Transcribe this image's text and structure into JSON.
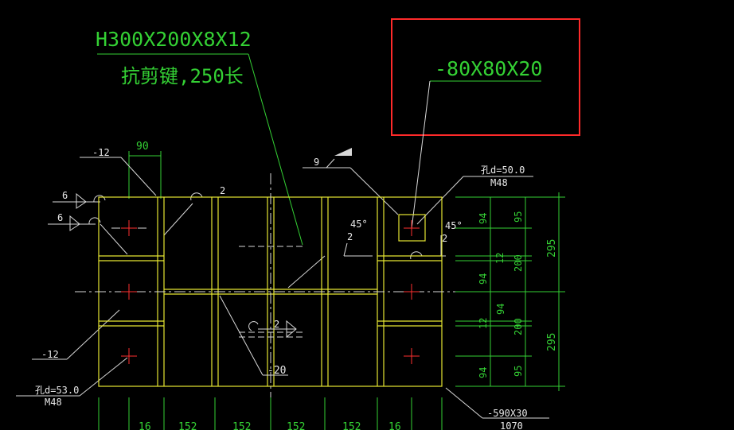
{
  "callouts": {
    "section": "H300X200X8X12",
    "shear_key": "抗剪键,250长",
    "plate": "-80X80X20",
    "hole_top": "孔d=50.0",
    "bolt_top": "M48",
    "hole_bottom": "孔d=53.0",
    "bolt_bottom": "M48",
    "left_top_thk": "-12",
    "left_bottom_thk": "-12",
    "center_thk": "-20",
    "base_plate": "-590X30",
    "overall": "1070"
  },
  "dims_top": {
    "width_90": "90"
  },
  "welds": {
    "w6a": "6",
    "w6b": "6",
    "w9": "9",
    "w2_top": "2",
    "w2_mid": "2",
    "w2_right": "2",
    "w2_center": "2",
    "angle_mid": "45°",
    "angle_right": "45°"
  },
  "dims_right": {
    "a": "94",
    "b": "95",
    "c": "12",
    "d": "200",
    "e": "94",
    "f": "94",
    "g": "12",
    "h": "200",
    "i": "94",
    "j": "95",
    "total_top": "295",
    "total_bottom": "295"
  },
  "dims_bottom": [
    "16",
    "152",
    "152",
    "152",
    "152",
    "16"
  ],
  "highlight_color": "#ff2a2a",
  "line_colors": {
    "green": "#34d134",
    "yellow": "#e6e632",
    "white": "#d8d8d8",
    "red": "#ff3030"
  }
}
